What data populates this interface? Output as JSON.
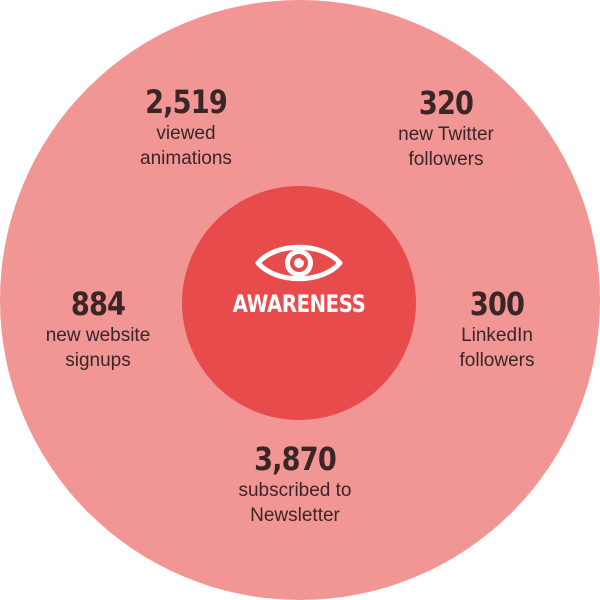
{
  "center": {
    "label": "AWARENESS",
    "icon": "eye-icon"
  },
  "colors": {
    "outer": "#f29695",
    "inner": "#e84b4c",
    "text": "#3a2626",
    "center_text": "#ffffff"
  },
  "stats": {
    "animations": {
      "value": "2,519",
      "line1": "viewed",
      "line2": "animations"
    },
    "twitter": {
      "value": "320",
      "line1": "new Twitter",
      "line2": "followers"
    },
    "website": {
      "value": "884",
      "line1": "new website",
      "line2": "signups"
    },
    "linkedin": {
      "value": "300",
      "line1": "LinkedIn",
      "line2": "followers"
    },
    "newsletter": {
      "value": "3,870",
      "line1": "subscribed to",
      "line2": "Newsletter"
    }
  }
}
